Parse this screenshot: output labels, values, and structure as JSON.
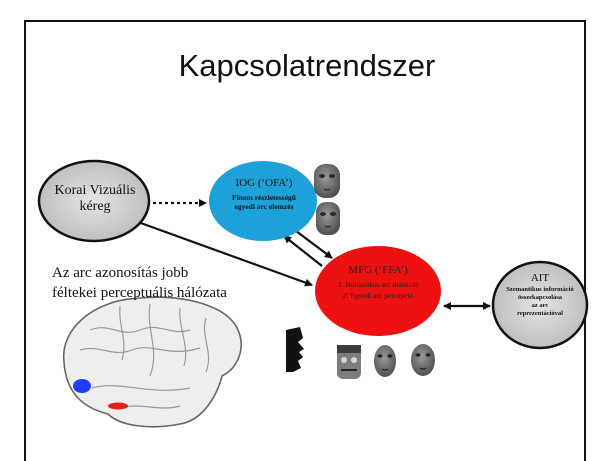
{
  "title": "Kapcsolatrendszer",
  "nodes": {
    "korai": {
      "line1": "Korai Vizuális",
      "line2": "kéreg"
    },
    "iog": {
      "title": "IOG (‘OFA’)",
      "desc1": "Finom részletességű",
      "desc2": "egyedi arc elemzés"
    },
    "mfg": {
      "title": "MFG (‘FFA’)",
      "line1": "1. Holisztikus arc detekció",
      "line2": "2. Egyedi arc percepció"
    },
    "ait": {
      "title": "AIT",
      "desc1": "Szemantikus információ",
      "desc2": "összekapcsolása",
      "desc3": "az arc",
      "desc4": "reprezentációval"
    }
  },
  "caption": {
    "line1": "Az arc azonosítás jobb",
    "line2": "féltekei perceptuális hálózata"
  },
  "colors": {
    "iog": "#1ea0d8",
    "mfg": "#ee1111",
    "korai": "#c9c9c9",
    "ait": "#c9c9c9",
    "brain_blue": "#1e3fff",
    "brain_red": "#e2221c"
  }
}
